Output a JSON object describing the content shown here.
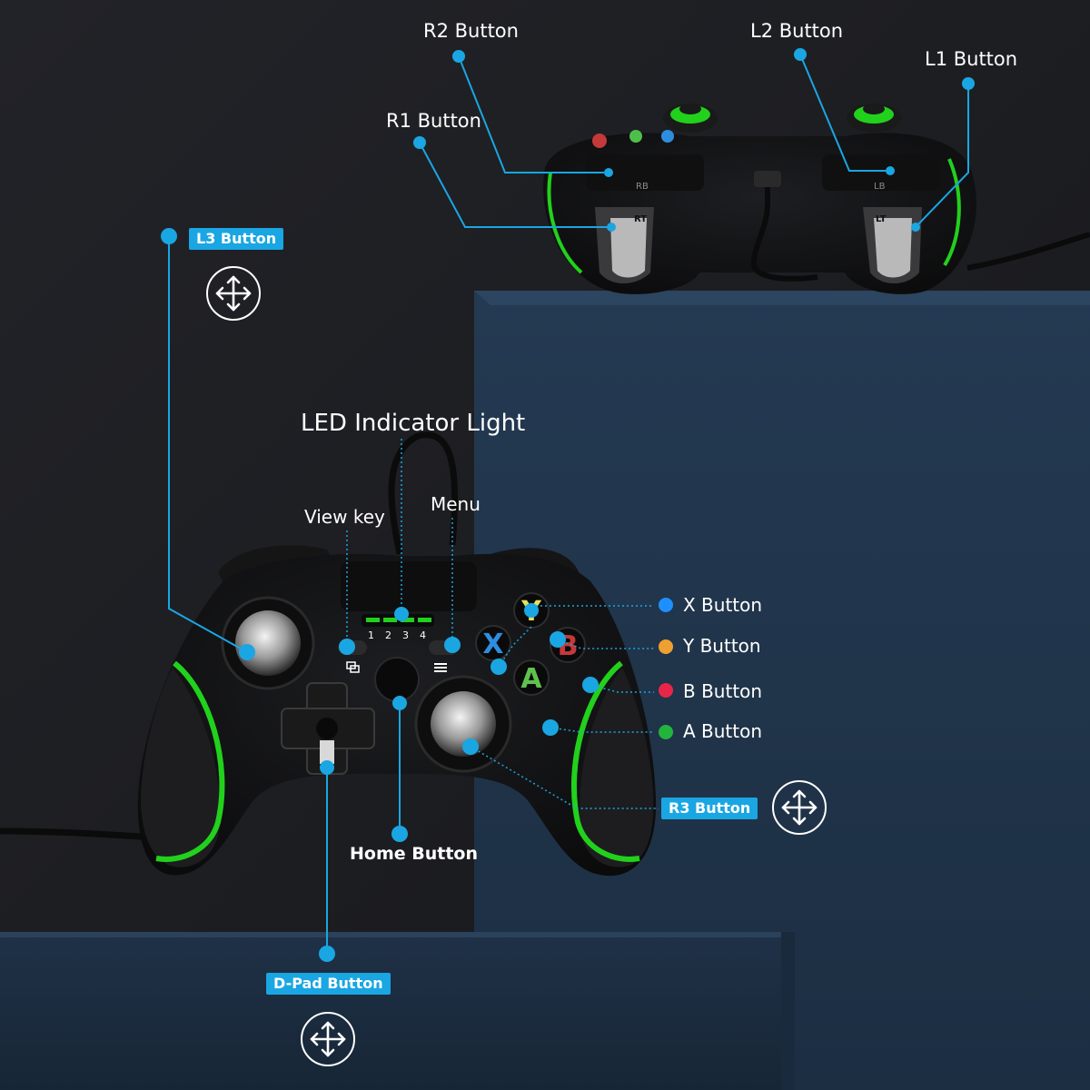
{
  "labels": {
    "r2": "R2 Button",
    "l2": "L2 Button",
    "l1": "L1 Button",
    "r1": "R1 Button",
    "l3": "L3 Button",
    "led": "LED Indicator Light",
    "view": "View key",
    "menu": "Menu",
    "x": "X Button",
    "y": "Y Button",
    "b": "B Button",
    "a": "A Button",
    "r3": "R3 Button",
    "home": "Home Button",
    "dpad": "D-Pad Button"
  },
  "controller_marks": {
    "rb": "RB",
    "lb": "LB",
    "rt": "RT",
    "lt": "LT",
    "led_numbers": [
      "1",
      "2",
      "3",
      "4"
    ],
    "face_y": "Y",
    "face_x": "X",
    "face_b": "B",
    "face_a": "A"
  },
  "colors": {
    "accent": "#1aa6e2",
    "dot_x": "#1e8fff",
    "dot_y": "#f0a030",
    "dot_b": "#e8264a",
    "dot_a": "#22b43c",
    "trim_green": "#21d11c",
    "background": "#1c1d21",
    "pedestal": "#213247"
  }
}
